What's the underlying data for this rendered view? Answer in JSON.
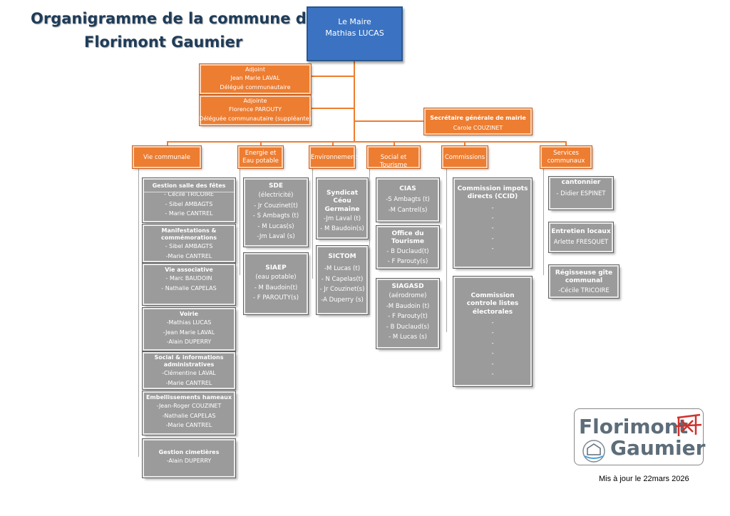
{
  "title": {
    "line1": "Organigramme de la commune de",
    "line2": "Florimont Gaumier"
  },
  "mayor": {
    "role": "Le Maire",
    "name": "Mathias LUCAS"
  },
  "adjoint": {
    "role": "Adjoint",
    "name": "Jean Marie LAVAL",
    "extra": "Délégué communautaire"
  },
  "adjointe": {
    "role": "Adjointe",
    "name": "Florence PAROUTY",
    "extra": "Déléguée communautaire (suppléante)"
  },
  "secretary": {
    "role": "Secrétaire générale de mairie",
    "name": "Carole COUZINET"
  },
  "categories": {
    "vie": "Vie communale",
    "energie": "Energie et Eau potable",
    "env": "Environnement",
    "social": "Social et Tourisme",
    "commissions": "Commissions",
    "services": "Services communaux"
  },
  "vie": [
    {
      "title": "Gestion salle des fêtes",
      "members": [
        "- Cécile TRICOIRE",
        "- Sibel AMBAGTS",
        "- Marie CANTREL"
      ]
    },
    {
      "title": "Manifestations & commémorations",
      "members": [
        "- Sibel AMBAGTS",
        "-Marie CANTREL"
      ]
    },
    {
      "title": "Vie associative",
      "members": [
        "- Marc BAUDOIN",
        "- Nathalie CAPELAS"
      ]
    },
    {
      "title": "Voirie",
      "members": [
        "-Mathias LUCAS",
        "-Jean Marie LAVAL",
        "-Alain DUPERRY"
      ]
    },
    {
      "title": "Social & informations administratives",
      "members": [
        "-Clémentine LAVAL",
        "-Marie CANTREL"
      ]
    },
    {
      "title": "Embellissements hameaux",
      "members": [
        "-Jean-Roger COUZINET",
        "-Nathalie CAPELAS",
        "-Marie CANTREL"
      ]
    },
    {
      "title": "Gestion cimetières",
      "members": [
        "-Alain DUPERRY"
      ]
    }
  ],
  "energie": [
    {
      "title": "SDE",
      "sub": "(électricité)",
      "members": [
        "- Jr Couzinet(t)",
        "- S Ambagts (t)",
        "- M Lucas(s)",
        "-Jm Laval  (s)"
      ]
    },
    {
      "title": "SIAEP",
      "sub": "(eau potable)",
      "members": [
        "-  M Baudoin(t)",
        "-  F PAROUTY(s)"
      ]
    }
  ],
  "env": [
    {
      "title": "Syndicat Céou Germaine",
      "members": [
        "-Jm Laval (t)",
        "- M Baudoin(s)"
      ]
    },
    {
      "title": "SICTOM",
      "members": [
        "-M Lucas (t)",
        "- N  Capelas(t)",
        "- Jr Couzinet(s)",
        "-A  Duperry (s)"
      ]
    }
  ],
  "social": [
    {
      "title": "CIAS",
      "members": [
        "-S Ambagts (t)",
        "-M Cantrel(s)"
      ]
    },
    {
      "title": "Office du Tourisme",
      "members": [
        "- B Duclaud(t)",
        "-  F  Parouty(s)"
      ]
    },
    {
      "title": "SIAGASD",
      "sub": "(aérodrome)",
      "members": [
        "-M Baudoin (t)",
        "- F Parouty(t)",
        "- B  Duclaud(s)",
        "- M Lucas (s)"
      ]
    }
  ],
  "commissions": [
    {
      "title": "Commission impots directs (CCID)",
      "members": [
        "-",
        "-",
        "-",
        "-",
        "-"
      ]
    },
    {
      "title": "Commission  controle listes électorales",
      "members": [
        "-",
        "-",
        "-",
        "-",
        "-",
        "-"
      ]
    }
  ],
  "services": [
    {
      "title": "cantonnier",
      "members": [
        "- Didier ESPINET"
      ]
    },
    {
      "title": "Entretien locaux",
      "members": [
        "Arlette FRESQUET"
      ]
    },
    {
      "title": "Régisseuse gîte communal",
      "members": [
        "-Cécile TRICOIRE"
      ]
    }
  ],
  "logo": {
    "line1": "Florimont",
    "line2": "Gaumier"
  },
  "footer": "Mis à jour le 22mars 2026",
  "colors": {
    "orange": "#ed7d31",
    "blue": "#3b73c2",
    "grey": "#9b9b9b",
    "title": "#1f3c59"
  }
}
